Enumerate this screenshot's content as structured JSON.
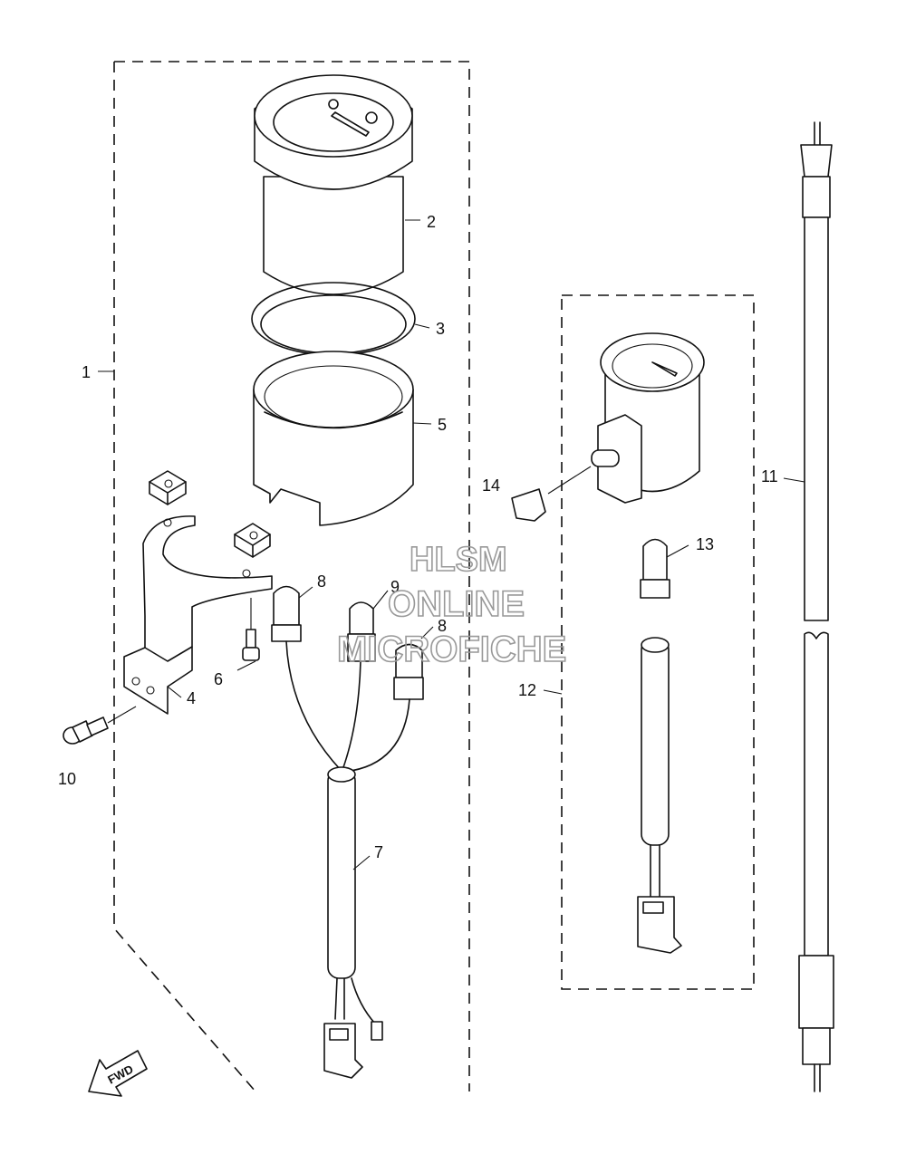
{
  "callouts": {
    "c1": "1",
    "c2": "2",
    "c3": "3",
    "c4": "4",
    "c5": "5",
    "c6": "6",
    "c7": "7",
    "c8a": "8",
    "c8b": "8",
    "c9": "9",
    "c10": "10",
    "c11": "11",
    "c12": "12",
    "c13": "13",
    "c14": "14"
  },
  "watermark": {
    "line1": "HLSM",
    "line2": "ONLINE",
    "line3": "MICROFICHE"
  },
  "fwd_label": "FWD"
}
